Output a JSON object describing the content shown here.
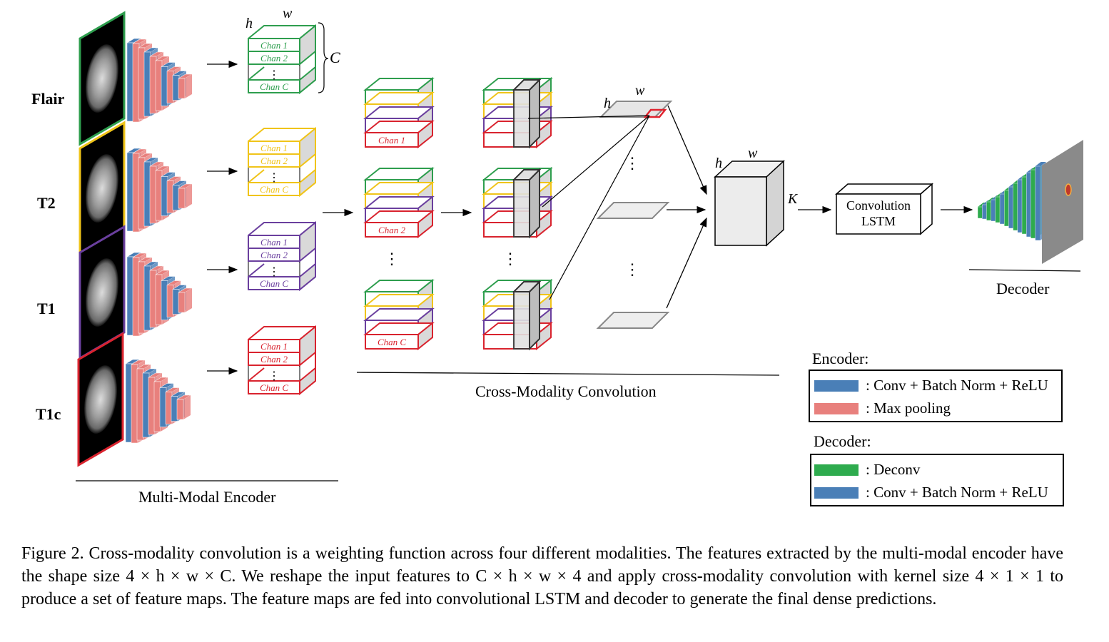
{
  "modalities": [
    {
      "name": "Flair",
      "color": "#2e9e4e"
    },
    {
      "name": "T2",
      "color": "#f0c419"
    },
    {
      "name": "T1",
      "color": "#6a3f9e"
    },
    {
      "name": "T1c",
      "color": "#d9232e"
    }
  ],
  "chan_labels": {
    "chan1": "Chan 1",
    "chan2": "Chan 2",
    "chanC": "Chan C",
    "dots": "⋮"
  },
  "dims": {
    "h": "h",
    "w": "w",
    "C": "C",
    "K": "K"
  },
  "sections": {
    "encoder": "Multi-Modal Encoder",
    "cross": "Cross-Modality Convolution",
    "decoder": "Decoder"
  },
  "lstm": {
    "line1": "Convolution",
    "line2": "LSTM"
  },
  "legend": {
    "encoder_title": "Encoder:",
    "encoder_items": [
      {
        "color": "#4a7fb7",
        "label": ": Conv + Batch Norm + ReLU"
      },
      {
        "color": "#e8807d",
        "label": ": Max pooling"
      }
    ],
    "decoder_title": "Decoder:",
    "decoder_items": [
      {
        "color": "#2eab4e",
        "label": ": Deconv"
      },
      {
        "color": "#4a7fb7",
        "label": ": Conv + Batch Norm + ReLU"
      }
    ]
  },
  "caption": "Figure 2.  Cross-modality convolution is a weighting function across four different modalities. The features extracted by the multi-modal encoder have the shape size 4 × h × w × C. We reshape the input features to C × h × w × 4 and apply cross-modality convolution with kernel size 4 × 1 × 1 to produce a set of feature maps. The feature maps are fed into convolutional LSTM and decoder to generate the final dense predictions."
}
